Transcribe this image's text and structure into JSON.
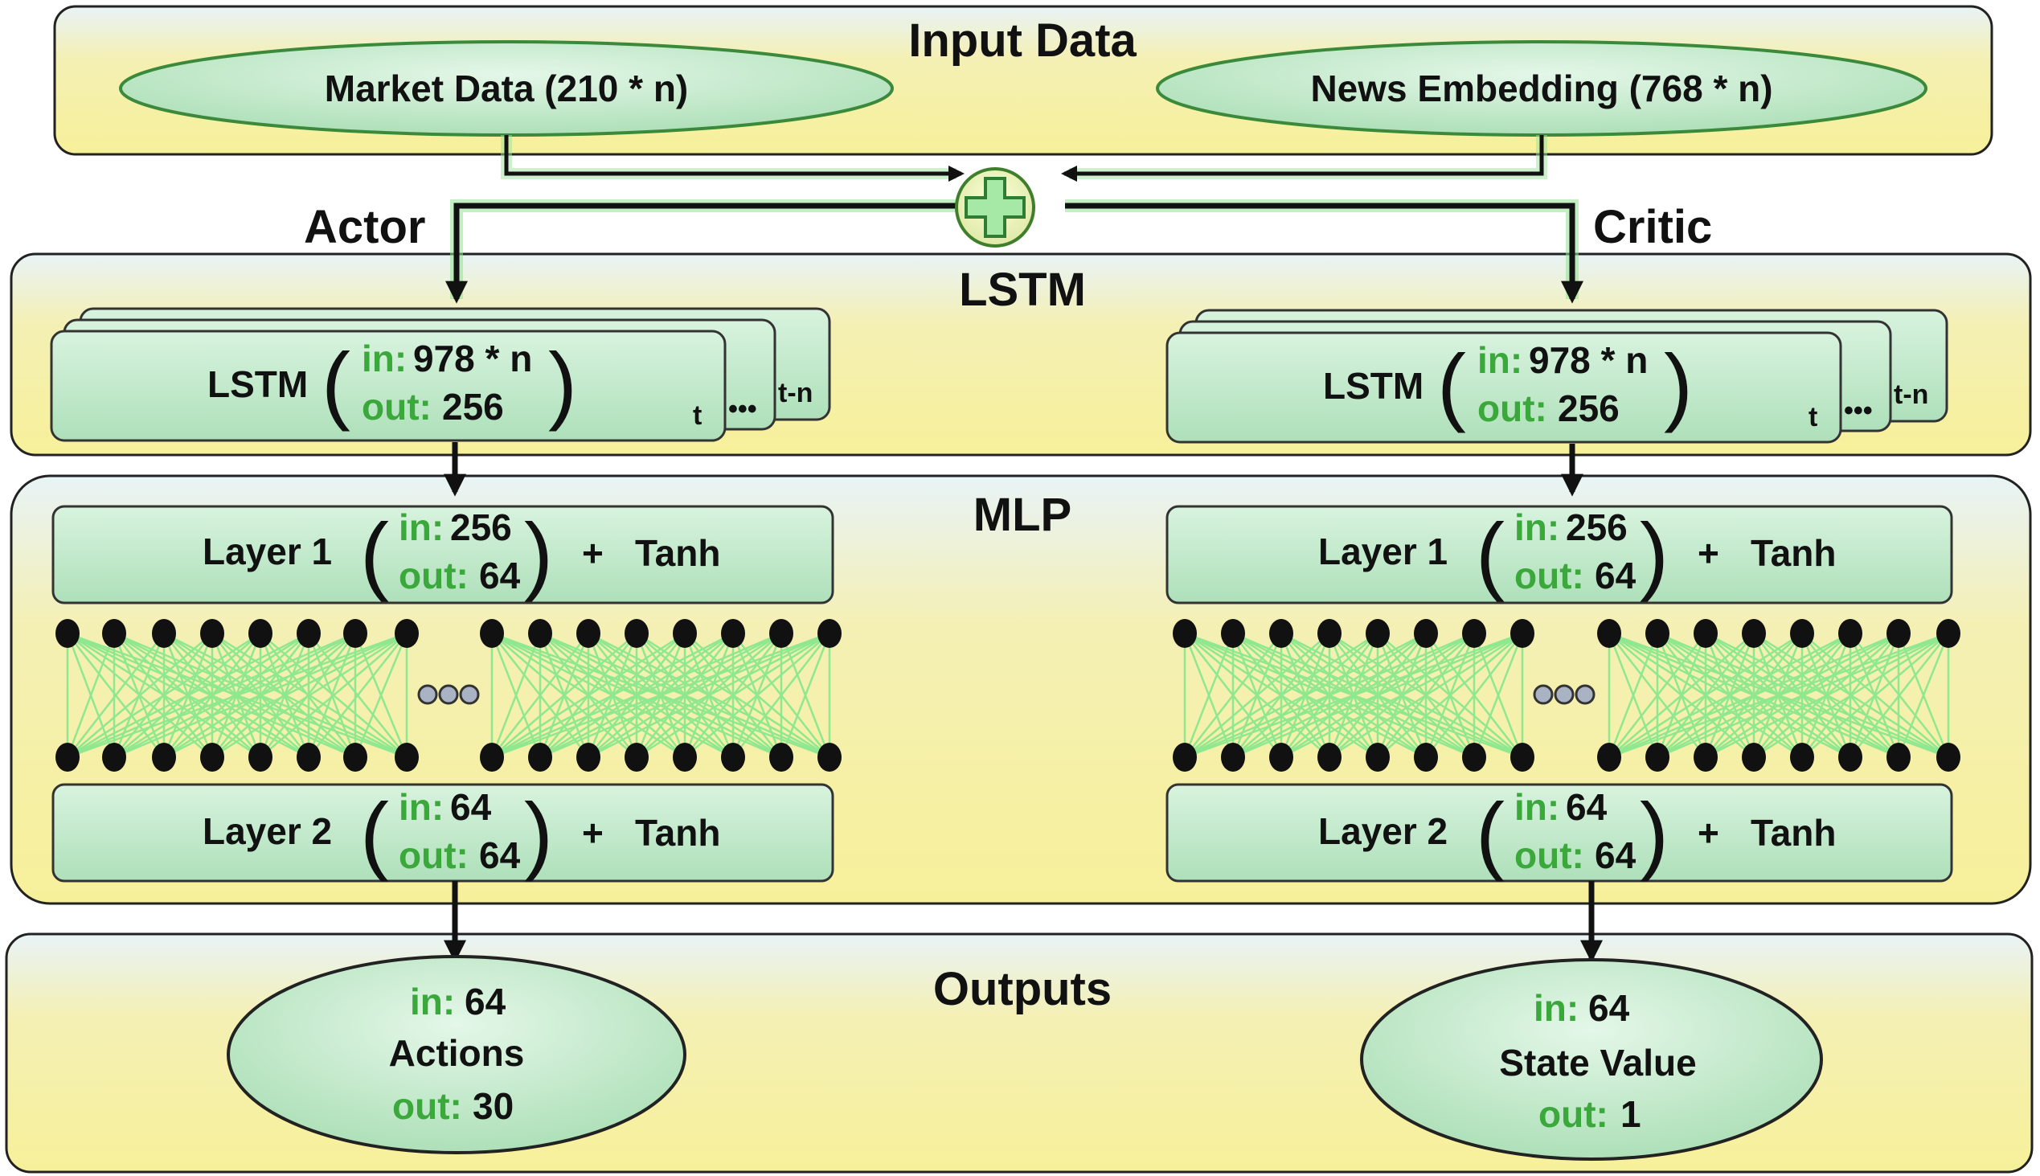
{
  "input_panel": {
    "title": "Input Data",
    "market": "Market Data (210 * n)",
    "news": "News Embedding (768 * n)"
  },
  "branches": {
    "actor": "Actor",
    "critic": "Critic"
  },
  "lstm_panel": {
    "title": "LSTM",
    "box_label": "LSTM",
    "in_key": "in:",
    "in_val": "978 * n",
    "out_key": "out:",
    "out_val": "256",
    "t": "t",
    "ellipsis": "•••",
    "tn": "t-n"
  },
  "mlp_panel": {
    "title": "MLP",
    "layer1": {
      "label": "Layer 1",
      "in_key": "in:",
      "in_val": "256",
      "out_key": "out:",
      "out_val": "64",
      "plus": "+",
      "act": "Tanh"
    },
    "layer2": {
      "label": "Layer 2",
      "in_key": "in:",
      "in_val": "64",
      "out_key": "out:",
      "out_val": "64",
      "plus": "+",
      "act": "Tanh"
    }
  },
  "outputs_panel": {
    "title": "Outputs",
    "actions": {
      "in_key": "in:",
      "in_val": "64",
      "label": "Actions",
      "out_key": "out:",
      "out_val": "30"
    },
    "state": {
      "in_key": "in:",
      "in_val": "64",
      "label": "State Value",
      "out_key": "out:",
      "out_val": "1"
    }
  },
  "colors": {
    "panel_fill": "#f5f0a8",
    "panel_top": "#eaf4f7",
    "box_fill": "#bfe9c9",
    "key_green": "#3aa83a",
    "neuron_link": "#8fe88f",
    "neuron": "#111111"
  },
  "icons": {
    "merge": "plus-icon"
  }
}
